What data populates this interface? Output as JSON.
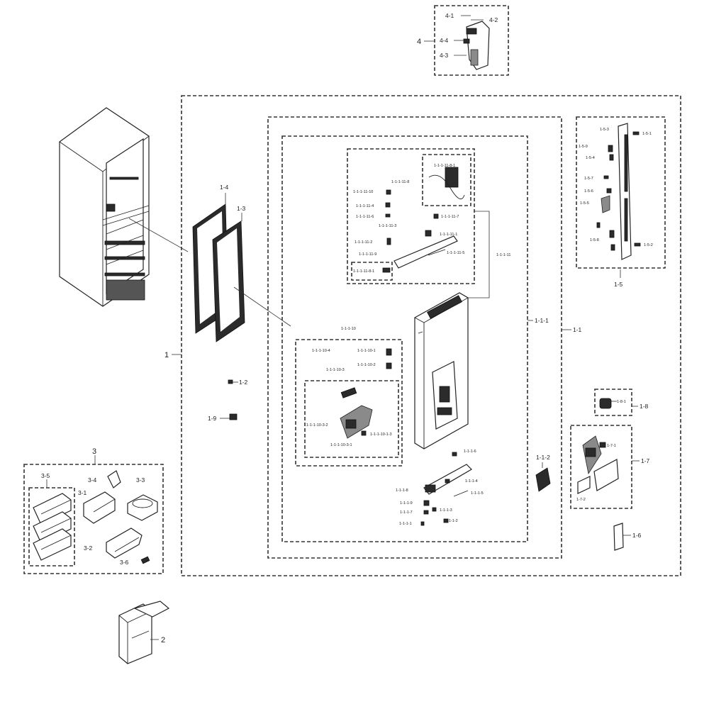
{
  "labels": {
    "l_4": "4",
    "l_4_1": "4-1",
    "l_4_2": "4-2",
    "l_4_4": "4-4",
    "l_4_3": "4-3",
    "l_1": "1",
    "l_1_1": "1-1",
    "l_1_1_1": "1-1-1",
    "l_1_1_2": "1-1-2",
    "l_1_2": "1-2",
    "l_1_3": "1-3",
    "l_1_4": "1-4",
    "l_1_9": "1-9",
    "l_1_5": "1-5",
    "l_1_5_1": "1-5-1",
    "l_1_5_2": "1-5-2",
    "l_1_5_3": "1-5-3",
    "l_1_5_4": "1-5-4",
    "l_1_5_5": "1-5-5",
    "l_1_5_6": "1-5-6",
    "l_1_5_7": "1-5-7",
    "l_1_5_8": "1-5-8",
    "l_1_5_9": "1-5-9",
    "l_1_6": "1-6",
    "l_1_7": "1-7",
    "l_1_7_1": "1-7-1",
    "l_1_7_2": "1-7-2",
    "l_1_8": "1-8",
    "l_1_8_1": "1-8-1",
    "l_3": "3",
    "l_3_1": "3-1",
    "l_3_2": "3-2",
    "l_3_3": "3-3",
    "l_3_4": "3-4",
    "l_3_5": "3-5",
    "l_3_6": "3-6",
    "l_2": "2",
    "s_11_1": "1-1-1-11-1",
    "s_11_6": "1-1-1-11-6",
    "s_11_10": "1-1-1-11-10",
    "s_11_4": "1-1-1-11-4",
    "s_11_8": "1-1-1-11-8",
    "s_11_3": "1-1-1-11-3",
    "s_11_7": "1-1-1-11-7",
    "s_11_2": "1-1-1-11-2",
    "s_11_5": "1-1-1-11-5",
    "s_11_9": "1-1-1-11-9",
    "s_11_8_1": "1-1-1-11-8-1",
    "s_11_8_1b": "1-1-1-11-8-1",
    "s_11": "1-1-1-11",
    "s_10": "1-1-1-10",
    "s_10_4": "1-1-1-10-4",
    "s_10_1": "1-1-1-10-1",
    "s_10_2": "1-1-1-10-2",
    "s_10_3": "1-1-1-10-3",
    "s_10_3_2": "1-1-1-10-3-2",
    "s_10_3_1": "1-1-1-10-3-1",
    "s_10_1_3": "1-1-1-10-1-3",
    "s_1_6": "1-1-1-6",
    "s_1_4": "1-1-1-4",
    "s_1_8": "1-1-1-8",
    "s_1_9": "1-1-1-9",
    "s_1_5": "1-1-1-5",
    "s_1_3": "1-1-1-3",
    "s_1_7": "1-1-1-7",
    "s_1_1": "1-1-1-1",
    "s_1_2": "1-1-1-2"
  }
}
